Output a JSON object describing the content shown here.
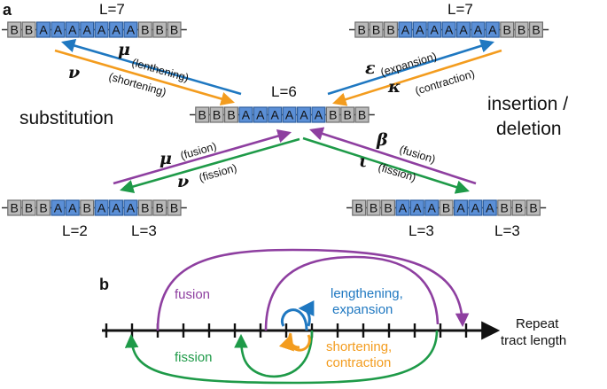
{
  "panel_a": {
    "label": "a",
    "center": {
      "length": "L=6",
      "cells": [
        "B",
        "B",
        "B",
        "A",
        "A",
        "A",
        "A",
        "A",
        "A",
        "B",
        "B",
        "B"
      ]
    },
    "top_left": {
      "length": "L=7",
      "cells": [
        "B",
        "B",
        "A",
        "A",
        "A",
        "A",
        "A",
        "A",
        "A",
        "B",
        "B",
        "B"
      ]
    },
    "top_right": {
      "length": "L=7",
      "cells": [
        "B",
        "B",
        "B",
        "A",
        "A",
        "A",
        "A",
        "A",
        "A",
        "A",
        "B",
        "B",
        "B"
      ]
    },
    "bottom_left": {
      "length_1": "L=2",
      "length_2": "L=3",
      "cells": [
        "B",
        "B",
        "B",
        "A",
        "A",
        "B",
        "A",
        "A",
        "A",
        "B",
        "B",
        "B"
      ]
    },
    "bottom_right": {
      "length_1": "L=3",
      "length_2": "L=3",
      "cells": [
        "B",
        "B",
        "B",
        "A",
        "A",
        "A",
        "B",
        "A",
        "A",
        "A",
        "B",
        "B",
        "B"
      ]
    },
    "substitution_label": "substitution",
    "insertion_label_1": "insertion /",
    "insertion_label_2": "deletion",
    "arrows": {
      "mu_top": {
        "symbol": "μ",
        "text": "(lenthening)"
      },
      "nu_top": {
        "symbol": "ν",
        "text": "(shortening)"
      },
      "eps": {
        "symbol": "ε",
        "text": "(expansion)"
      },
      "kappa": {
        "symbol": "κ",
        "text": "(contraction)"
      },
      "mu_bottom": {
        "symbol": "μ",
        "text": "(fusion)"
      },
      "nu_bottom": {
        "symbol": "ν",
        "text": "(fission)"
      },
      "beta": {
        "symbol": "β",
        "text": "(fusion)"
      },
      "iota": {
        "symbol": "ι",
        "text": "(fission)"
      }
    }
  },
  "panel_b": {
    "label": "b",
    "fusion": "fusion",
    "fission": "fission",
    "lengthening_1": "lengthening,",
    "lengthening_2": "expansion",
    "shortening_1": "shortening,",
    "shortening_2": "contraction",
    "axis_1": "Repeat",
    "axis_2": "tract length"
  },
  "colors": {
    "blue": "#1f78c1",
    "orange": "#f39c1e",
    "purple": "#8e3fa0",
    "green": "#1e9a48",
    "repeat_unit": "#5b8fd6",
    "flank_unit": "#b9b9b9"
  }
}
